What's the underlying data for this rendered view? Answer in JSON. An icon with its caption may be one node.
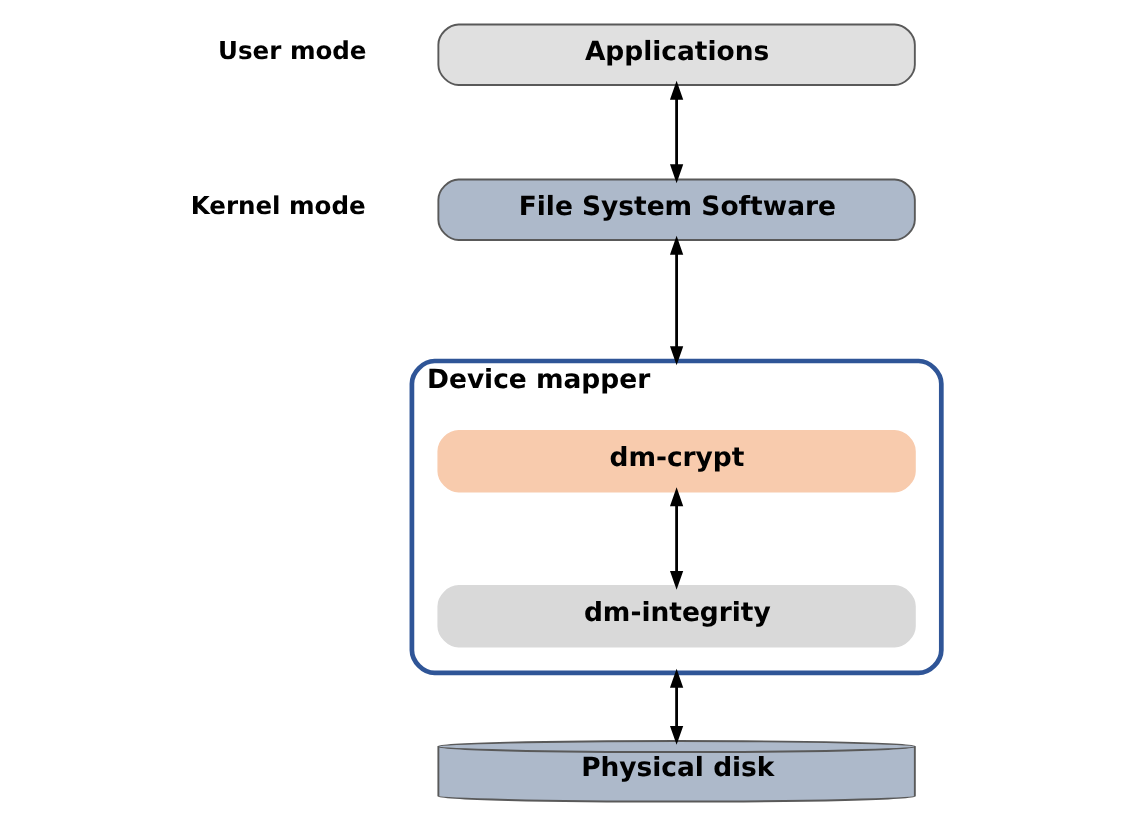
{
  "diagram": {
    "nodes": [
      {
        "text": [
          "Applications"
        ]
      },
      {
        "text": [
          "File System Software"
        ]
      },
      {
        "text": [
          "Device mapper"
        ]
      },
      {
        "text": [
          "dm-crypt"
        ],
        "in": 2
      },
      {
        "text": [
          "dm-integrity"
        ],
        "in": 2
      },
      {
        "text": [
          "Physical disk"
        ]
      }
    ],
    "edges": [
      {
        "from": 0,
        "to": 1,
        "arrow": "both"
      },
      {
        "from": 1,
        "to": 2,
        "arrow": "both"
      },
      {
        "from": 3,
        "to": 4,
        "arrow": "both"
      },
      {
        "from": 2,
        "to": 5,
        "arrow": "both"
      }
    ],
    "labels": [
      "User mode",
      "Kernel mode"
    ]
  }
}
